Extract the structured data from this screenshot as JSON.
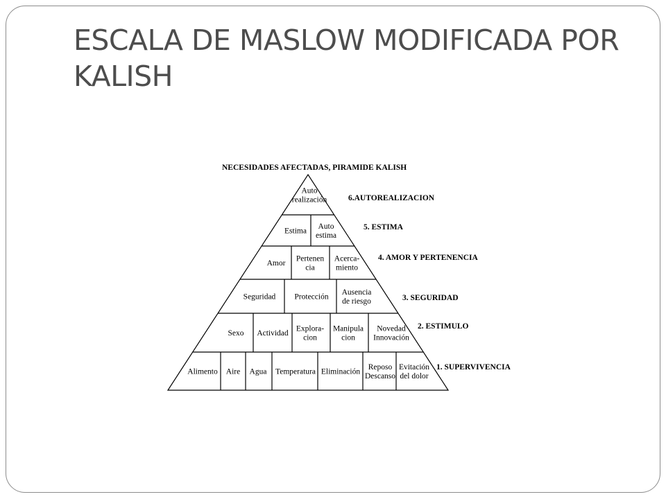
{
  "slide": {
    "title_line1": "ESCALA DE MASLOW MODIFICADA POR",
    "title_line2": "KALISH"
  },
  "diagram": {
    "heading": "NECESIDADES AFECTADAS,  PIRAMIDE KALISH",
    "levels": [
      {
        "label": "6.AUTOREALIZACION",
        "cells": [
          [
            "Auto",
            "realización"
          ]
        ]
      },
      {
        "label": "5. ESTIMA",
        "cells": [
          [
            "Estima"
          ],
          [
            "Auto",
            "estima"
          ]
        ]
      },
      {
        "label": "4. AMOR Y PERTENENCIA",
        "cells": [
          [
            "Amor"
          ],
          [
            "Pertenen",
            "cia"
          ],
          [
            "Acerca-",
            "miento"
          ]
        ]
      },
      {
        "label": "3. SEGURIDAD",
        "cells": [
          [
            "Seguridad"
          ],
          [
            "Protección"
          ],
          [
            "Ausencia",
            "de riesgo"
          ]
        ]
      },
      {
        "label": "2. ESTIMULO",
        "cells": [
          [
            "Sexo"
          ],
          [
            "Actividad"
          ],
          [
            "Explora-",
            "cion"
          ],
          [
            "Manipula",
            "cion"
          ],
          [
            "Novedad",
            "Innovación"
          ]
        ]
      },
      {
        "label": "1. SUPERVIVENCIA",
        "cells": [
          [
            "Alimento"
          ],
          [
            "Aire"
          ],
          [
            "Agua"
          ],
          [
            "Temperatura"
          ],
          [
            "Eliminación"
          ],
          [
            "Reposo",
            "Descanso"
          ],
          [
            "Evitación",
            "del dolor"
          ]
        ]
      }
    ]
  }
}
